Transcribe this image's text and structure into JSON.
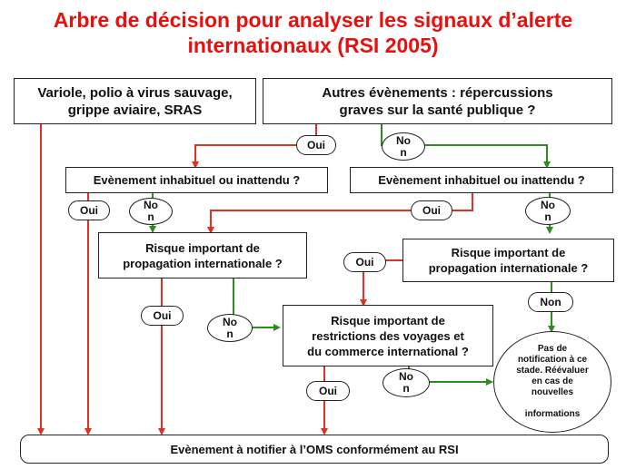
{
  "title": {
    "line1": "Arbre de décision pour analyser les signaux d’alerte",
    "line2": "internationaux (RSI 2005)"
  },
  "boxes": {
    "variole": "Variole, polio à virus sauvage,\ngrippe aviaire, SRAS",
    "autres": "Autres évènements :  répercussions\ngraves sur la santé publique ?",
    "inhabituel_left": "Evènement inhabituel ou inattendu ?",
    "inhabituel_right": "Evènement inhabituel ou inattendu ?",
    "risque_left": "Risque important de\npropagation internationale ?",
    "risque_right": "Risque important de\npropagation internationale ?",
    "restrictions": "Risque important de\nrestrictions des voyages et\ndu commerce international ?",
    "notify": "Evènement à notifier à l’OMS conformément au RSI",
    "pas_notif": "Pas de\nnotification à ce\nstade. Réévaluer\nen cas de\nnouvelles\n\ninformations"
  },
  "labels": {
    "oui_top": "Oui",
    "non_top": "No\nn",
    "oui_left": "Oui",
    "non_left": "No\nn",
    "oui_mid": "Oui",
    "non_right": "No\nn",
    "oui_risque_left": "Oui",
    "non_risque_left": "No\nn",
    "oui_risque_right": "Oui",
    "non_risque_right": "Non",
    "oui_restr": "Oui",
    "non_restr": "No\nn"
  },
  "colors": {
    "title": "#e8100f",
    "oui_arrow": "#e03020",
    "non_arrow": "#2e8b1f",
    "border": "#222222"
  }
}
